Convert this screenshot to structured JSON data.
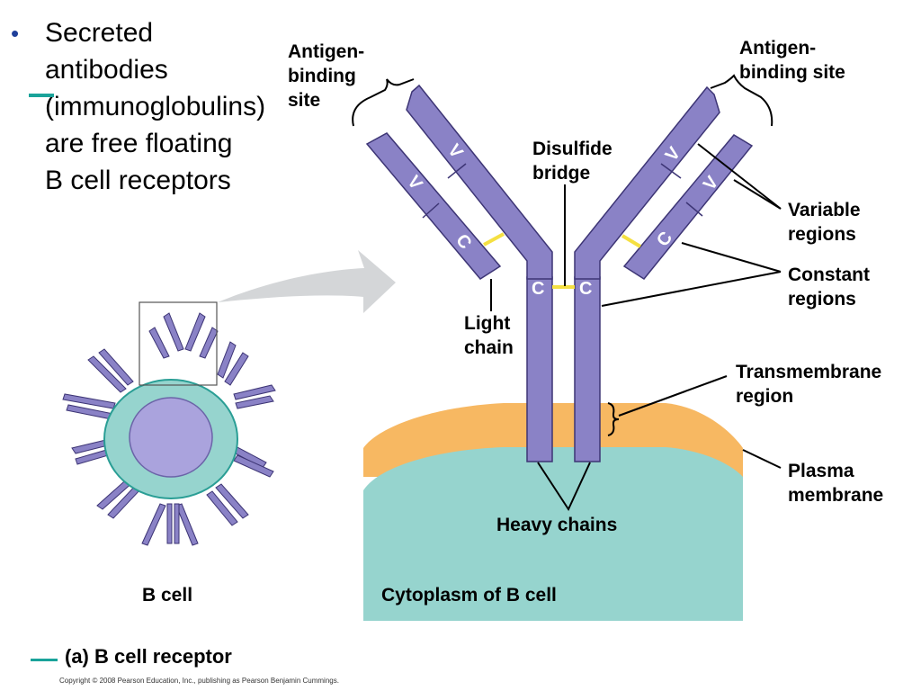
{
  "slide": {
    "bullet_char": "•",
    "bullet_text": "Secreted antibodies (immunoglobulins) are free floating B cell receptors"
  },
  "diagram": {
    "labels": {
      "antigen_binding_left": "Antigen-binding site",
      "antigen_binding_right": "Antigen-binding site",
      "disulfide_bridge": "Disulfide bridge",
      "variable_regions": "Variable regions",
      "constant_regions": "Constant regions",
      "light_chain": "Light chain",
      "transmembrane_region": "Transmembrane region",
      "plasma_membrane": "Plasma membrane",
      "heavy_chains": "Heavy chains",
      "cytoplasm": "Cytoplasm of B cell",
      "b_cell": "B cell"
    },
    "domain_letters": {
      "variable": "V",
      "constant": "C"
    },
    "colors": {
      "chain": "#8a82c6",
      "chain_outline": "#3d3575",
      "disulfide": "#f5e042",
      "membrane": "#f7b862",
      "cytoplasm": "#96d4ce",
      "cell_outline": "#2a9e95",
      "nucleus": "#aaa3dd",
      "arrow": "#d4d6d8"
    }
  },
  "caption": "(a) B cell receptor",
  "copyright": "Copyright © 2008 Pearson Education, Inc., publishing as Pearson Benjamin Cummings."
}
